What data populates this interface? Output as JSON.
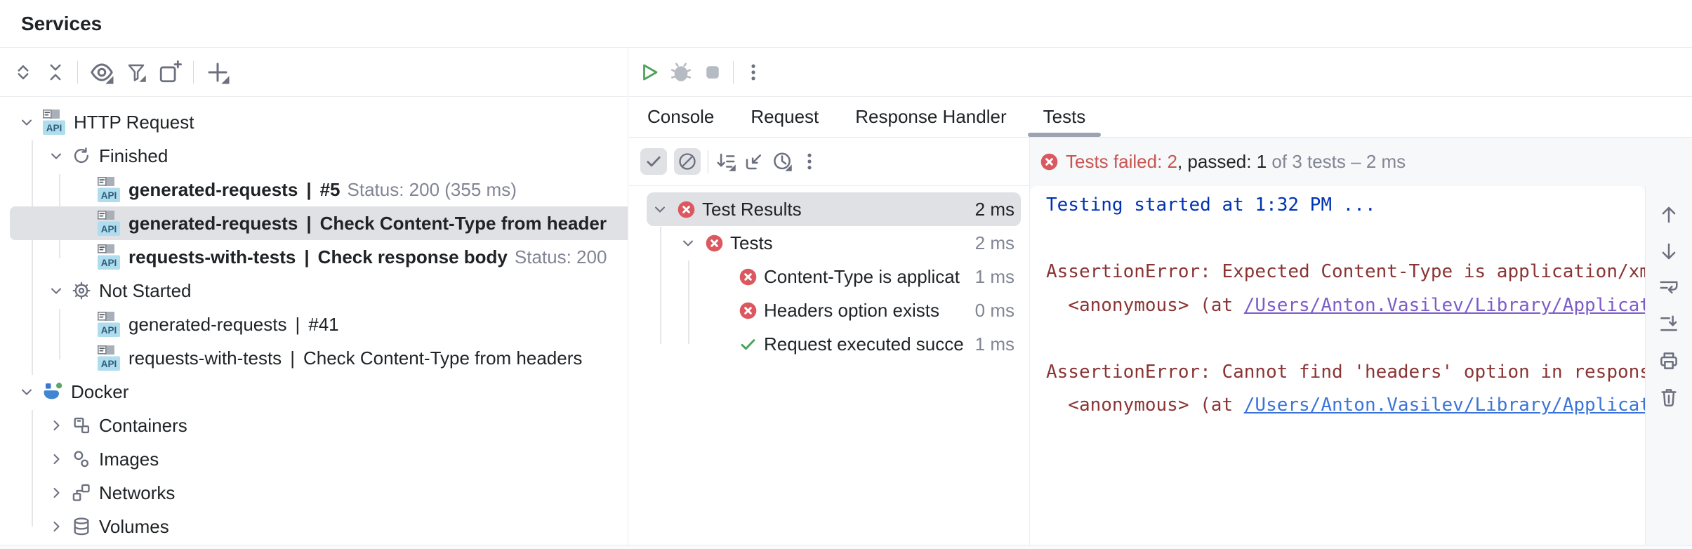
{
  "window": {
    "title": "Services"
  },
  "left_toolbar": {
    "items": [
      {
        "icon": "expand-all-icon"
      },
      {
        "icon": "collapse-all-icon"
      },
      {
        "sep": true
      },
      {
        "icon": "view-options-icon",
        "dropdown": true
      },
      {
        "icon": "filter-icon",
        "dropdown": true
      },
      {
        "icon": "open-in-new-tab-icon"
      },
      {
        "sep": true
      },
      {
        "icon": "add-service-icon",
        "dropdown": true
      }
    ]
  },
  "services_tree": {
    "rows": [
      {
        "depth": 0,
        "chevron": "down",
        "icon": "http-request-icon",
        "segments": [
          {
            "t": "HTTP Request"
          }
        ]
      },
      {
        "depth": 1,
        "chevron": "down",
        "icon": "finished-refresh-icon",
        "segments": [
          {
            "t": "Finished"
          }
        ]
      },
      {
        "depth": 2,
        "icon": "http-request-icon",
        "segments": [
          {
            "t": "generated-requests",
            "s": "b"
          },
          {
            "t": "|",
            "s": "p b"
          },
          {
            "t": "#5",
            "s": "b"
          },
          {
            "t": "Status: 200 (355 ms)",
            "s": "g"
          }
        ]
      },
      {
        "depth": 2,
        "icon": "http-request-icon",
        "selected": true,
        "segments": [
          {
            "t": "generated-requests",
            "s": "b"
          },
          {
            "t": "|",
            "s": "p b"
          },
          {
            "t": "Check Content-Type from header",
            "s": "b"
          }
        ]
      },
      {
        "depth": 2,
        "icon": "http-request-icon",
        "segments": [
          {
            "t": "requests-with-tests",
            "s": "b"
          },
          {
            "t": "|",
            "s": "p b"
          },
          {
            "t": "Check response body",
            "s": "b"
          },
          {
            "t": "Status: 200",
            "s": "g"
          }
        ]
      },
      {
        "depth": 1,
        "chevron": "down",
        "icon": "not-started-gear-icon",
        "segments": [
          {
            "t": "Not Started"
          }
        ]
      },
      {
        "depth": 2,
        "icon": "http-request-icon",
        "segments": [
          {
            "t": "generated-requests"
          },
          {
            "t": "|",
            "s": "p"
          },
          {
            "t": "#41"
          }
        ]
      },
      {
        "depth": 2,
        "icon": "http-request-icon",
        "segments": [
          {
            "t": "requests-with-tests"
          },
          {
            "t": "|",
            "s": "p"
          },
          {
            "t": "Check Content-Type from headers"
          }
        ]
      },
      {
        "depth": 0,
        "chevron": "down",
        "icon": "docker-icon",
        "segments": [
          {
            "t": "Docker"
          }
        ]
      },
      {
        "depth": 1,
        "chevron": "right",
        "icon": "containers-icon",
        "segments": [
          {
            "t": "Containers"
          }
        ]
      },
      {
        "depth": 1,
        "chevron": "right",
        "icon": "images-icon",
        "segments": [
          {
            "t": "Images"
          }
        ]
      },
      {
        "depth": 1,
        "chevron": "right",
        "icon": "networks-icon",
        "segments": [
          {
            "t": "Networks"
          }
        ]
      },
      {
        "depth": 1,
        "chevron": "right",
        "icon": "volumes-icon",
        "segments": [
          {
            "t": "Volumes"
          }
        ]
      }
    ]
  },
  "run_toolbar": {
    "items": [
      {
        "icon": "run-icon"
      },
      {
        "icon": "debug-icon"
      },
      {
        "icon": "stop-icon"
      },
      {
        "sep": true
      },
      {
        "icon": "more-options-icon"
      }
    ]
  },
  "tabs": {
    "items": [
      {
        "label": "Console"
      },
      {
        "label": "Request"
      },
      {
        "label": "Response Handler"
      },
      {
        "label": "Tests",
        "active": true
      }
    ]
  },
  "tests_toolbar": {
    "items": [
      {
        "icon": "show-passed-icon",
        "toggled": true
      },
      {
        "icon": "show-ignored-icon",
        "toggled": true
      },
      {
        "sep": true
      },
      {
        "icon": "sort-icon",
        "dropdown": true
      },
      {
        "icon": "navigate-with-selection-icon"
      },
      {
        "icon": "show-duration-icon",
        "dropdown": true
      },
      {
        "icon": "more-options-icon"
      }
    ]
  },
  "test_summary": {
    "failed_part": "Tests failed: 2",
    "passed_part": ", passed: 1",
    "rest_part": " of 3 tests – 2 ms"
  },
  "test_tree": {
    "rows": [
      {
        "depth": 0,
        "chevron": "down",
        "status": "failed",
        "label": "Test Results",
        "duration": "2 ms",
        "selected": true
      },
      {
        "depth": 1,
        "chevron": "down",
        "status": "failed",
        "label": "Tests",
        "duration": "2 ms"
      },
      {
        "depth": 2,
        "status": "failed",
        "label": "Content-Type is applicat",
        "duration": "1 ms"
      },
      {
        "depth": 2,
        "status": "failed",
        "label": "Headers option exists",
        "duration": "0 ms"
      },
      {
        "depth": 2,
        "status": "passed",
        "label": "Request executed succe",
        "duration": "1 ms"
      }
    ]
  },
  "console": {
    "lines": [
      {
        "segments": [
          {
            "text": "Testing started at 1:32 PM ...",
            "style": "info"
          }
        ]
      },
      {
        "segments": []
      },
      {
        "segments": [
          {
            "text": "AssertionError: Expected Content-Type is application/xm",
            "style": "error"
          }
        ]
      },
      {
        "segments": [
          {
            "text": "  <anonymous> (at ",
            "style": "error"
          },
          {
            "text": "/Users/Anton.Vasilev/Library/Applicat",
            "style": "link-purple",
            "link": true
          }
        ]
      },
      {
        "segments": []
      },
      {
        "segments": [
          {
            "text": "AssertionError: Cannot find 'headers' option in respons",
            "style": "error"
          }
        ]
      },
      {
        "segments": [
          {
            "text": "  <anonymous> (at ",
            "style": "error"
          },
          {
            "text": "/Users/Anton.Vasilev/Library/Applicat",
            "style": "link-blue",
            "link": true
          }
        ]
      }
    ]
  },
  "console_toolbar": {
    "items": [
      {
        "icon": "scroll-up-icon"
      },
      {
        "icon": "scroll-down-icon"
      },
      {
        "icon": "soft-wrap-icon"
      },
      {
        "icon": "scroll-to-end-icon"
      },
      {
        "icon": "print-icon"
      },
      {
        "icon": "clear-icon"
      }
    ]
  },
  "colors": {
    "error_badge": "#DB5860",
    "passed_green": "#4DA25C",
    "selection": "#DFE1E5",
    "accent_underline": "#9DA3B2",
    "console_info": "#0033B3",
    "console_error": "#8B3434"
  }
}
